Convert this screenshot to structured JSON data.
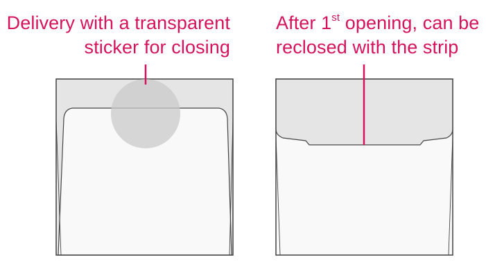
{
  "colors": {
    "accent": "#d5135c",
    "envelope_outline": "#444444",
    "flap_fill": "#e5e5e5",
    "body_fill": "#f9f9f9",
    "sticker_fill": "#c9cac9"
  },
  "left_panel": {
    "caption_line1": "Delivery with a transparent",
    "caption_line2": "sticker for closing"
  },
  "right_panel": {
    "caption_prefix": "After 1",
    "caption_superscript": "st",
    "caption_suffix": " opening, can be",
    "caption_line2": "reclosed with the strip"
  }
}
